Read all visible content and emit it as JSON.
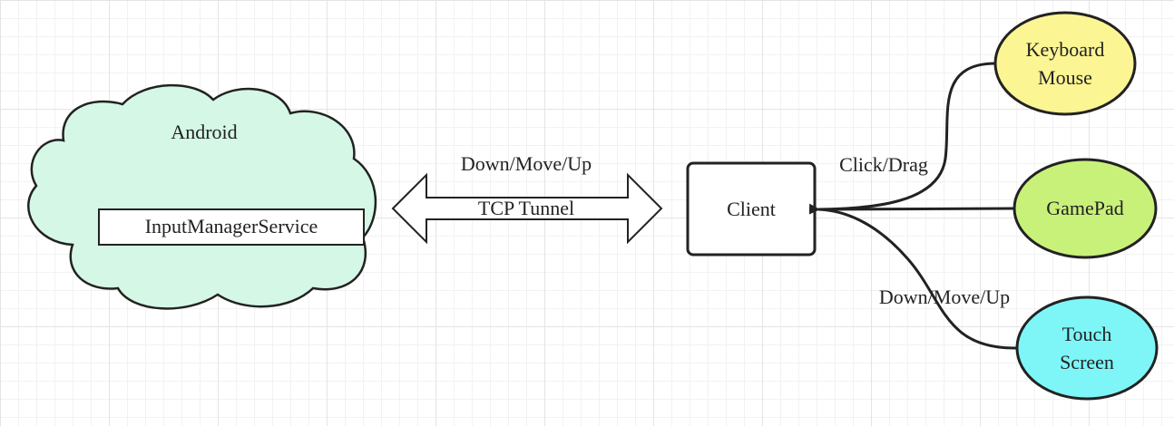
{
  "colors": {
    "cloud_fill": "#d5f8e6",
    "keyboard_fill": "#fcf594",
    "gamepad_fill": "#c8f17a",
    "touch_fill": "#7ef6f8",
    "stroke": "#222222"
  },
  "android": {
    "title": "Android",
    "service": "InputManagerService"
  },
  "tunnel": {
    "top_label": "Down/Move/Up",
    "inner_label": "TCP Tunnel"
  },
  "client": {
    "label": "Client"
  },
  "devices": {
    "keyboard_line1": "Keyboard",
    "keyboard_line2": "Mouse",
    "gamepad": "GamePad",
    "touch_line1": "Touch",
    "touch_line2": "Screen"
  },
  "edges": {
    "click_drag": "Click/Drag",
    "down_move_up": "Down/Move/Up"
  }
}
